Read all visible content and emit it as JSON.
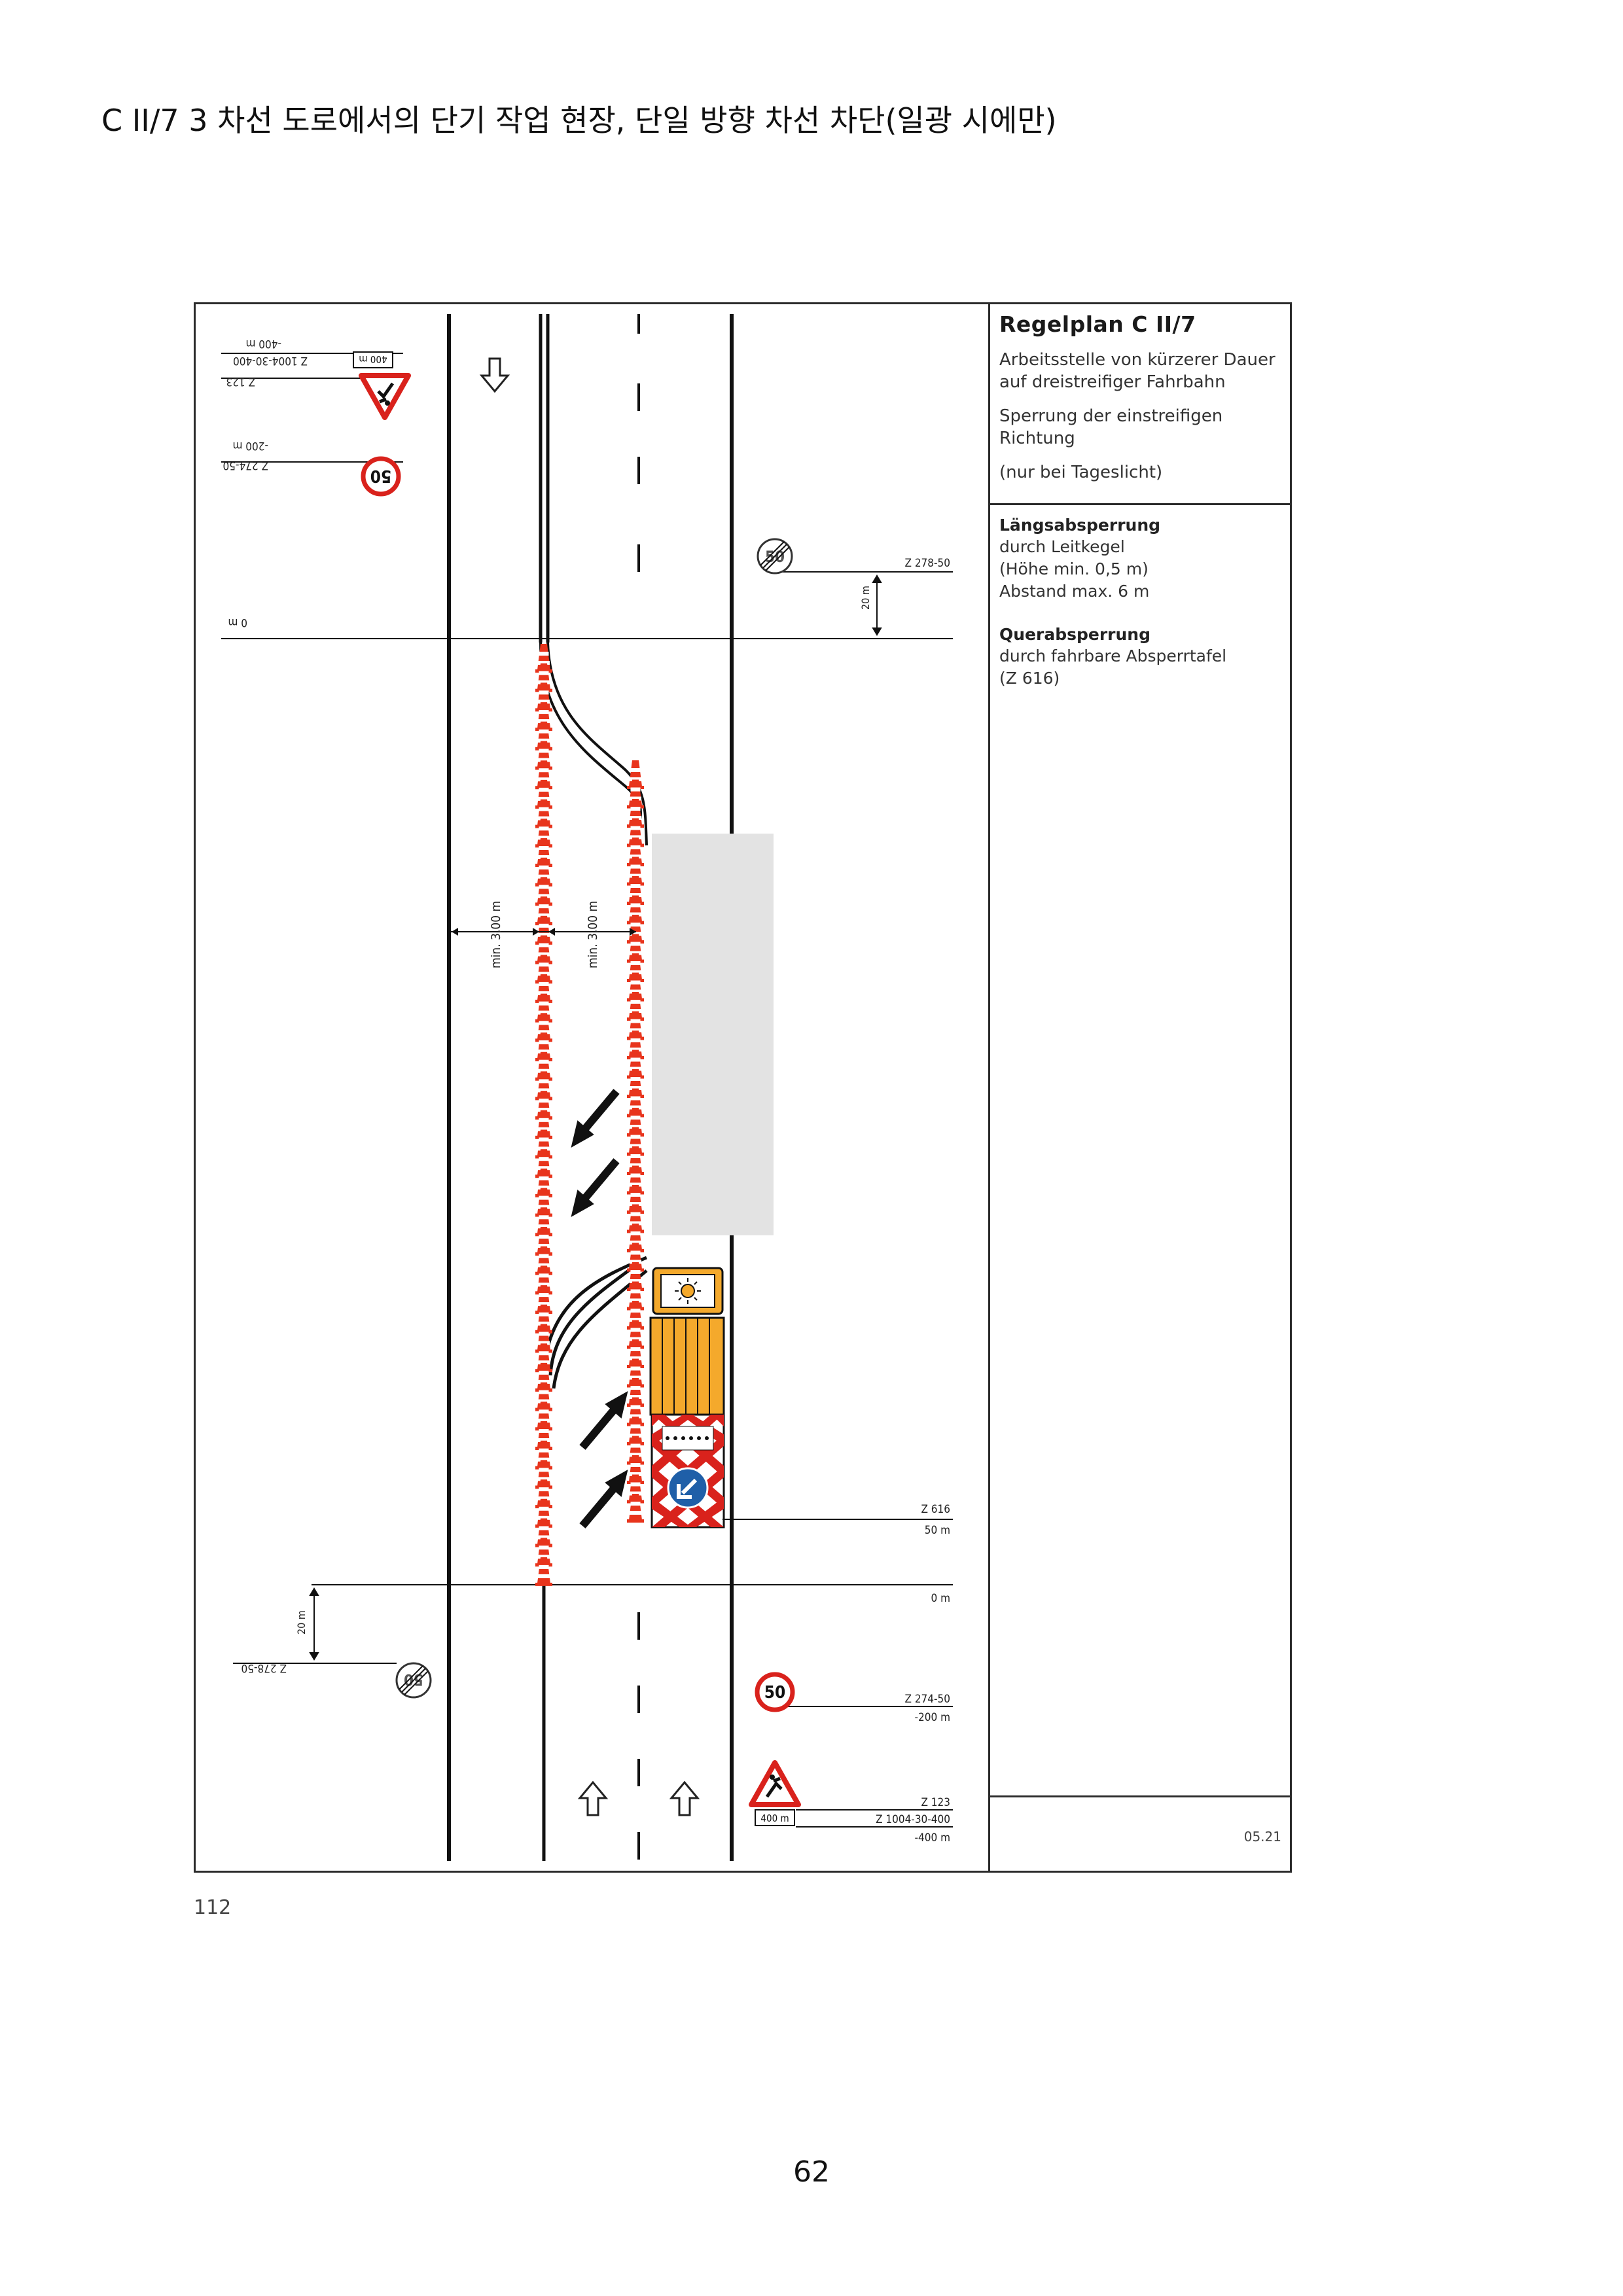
{
  "document": {
    "title": "C II/7 3 차선 도로에서의 단기 작업 현장, 단일 방향 차선 차단(일광 시에만)",
    "document_page": "112",
    "page_number": "62"
  },
  "plan": {
    "heading": "Regelplan C II/7",
    "description_lines": [
      "Arbeitsstelle von kürzerer Dauer",
      "auf dreistreifiger Fahrbahn"
    ],
    "closure_lines": [
      "Sperrung der einstreifigen",
      "Richtung"
    ],
    "daylight_note": "(nur bei Tageslicht)",
    "longitudinal": {
      "heading": "Längsabsperrung",
      "lines": [
        "durch Leitkegel",
        "(Höhe min. 0,5 m)",
        "Abstand max. 6 m"
      ]
    },
    "transverse": {
      "heading": "Querabsperrung",
      "lines": [
        "durch fahrbare Absperrtafel",
        "(Z 616)"
      ]
    },
    "edition": "05.21"
  },
  "diagram": {
    "top_left": {
      "dist_400": "-400 m",
      "code_1004": "Z 1004-30-400",
      "code_123": "Z 123",
      "plate_400": "400 m",
      "dist_200": "-200 m",
      "code_274": "Z 274-50",
      "speed": "50",
      "dist_0": "0 m"
    },
    "top_right": {
      "code_278": "Z 278-50",
      "offset": "20 m",
      "end_speed": "50"
    },
    "widths": {
      "left": "min. 3,00 m",
      "right": "min. 3,00 m"
    },
    "z616": {
      "code": "Z 616",
      "dist": "50 m"
    },
    "bottom_right": {
      "dist_0": "0 m",
      "code_274": "Z 274-50",
      "dist_200": "-200 m",
      "speed": "50",
      "code_123": "Z 123",
      "code_1004": "Z 1004-30-400",
      "dist_400": "-400 m",
      "plate_400": "400 m"
    },
    "bottom_left": {
      "code_278": "Z 278-50",
      "offset": "20 m",
      "end_speed": "50"
    },
    "colors": {
      "cone": "#e8341c",
      "sign_red": "#d9221c",
      "vehicle": "#f4a92c",
      "work_area": "#e3e3e3",
      "blue": "#1f5fa8"
    }
  }
}
